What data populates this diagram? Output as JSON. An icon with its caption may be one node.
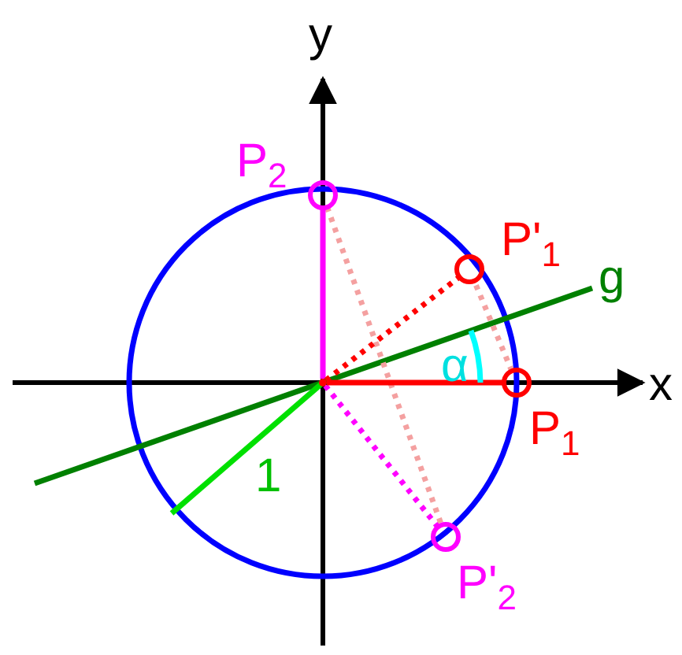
{
  "diagram": {
    "nodes": [
      {
        "text": [],
        "shape": "circle",
        "beside": [
          "P$_{2}$"
        ]
      },
      {
        "text": [],
        "shape": "circle",
        "beside": [
          "P'$_{1}$"
        ]
      },
      {
        "text": [],
        "shape": "point"
      },
      {
        "text": [],
        "shape": "circle",
        "beside": [
          "P$_{1}$"
        ]
      },
      {
        "text": [],
        "shape": "circle",
        "beside": [
          "P'$_{2}$"
        ]
      }
    ],
    "edges": [
      {
        "from": 0,
        "to": 4,
        "arrow": "none",
        "style": "dashed",
        "color": "#f4a0a0"
      },
      {
        "from": 3,
        "to": 1,
        "arrow": "none",
        "style": "dashed",
        "color": "#f4a0a0"
      },
      {
        "from": 2,
        "to": 0,
        "arrow": "none",
        "color": "#ff00ff"
      },
      {
        "from": 2,
        "to": 4,
        "arrow": "none",
        "style": "dashed",
        "color": "#ff00ff"
      },
      {
        "from": 2,
        "to": 3,
        "arrow": "none",
        "color": "#ff0000"
      },
      {
        "from": 2,
        "to": 1,
        "arrow": "none",
        "style": "dashed",
        "color": "#ff0000"
      }
    ],
    "labels": [
      "y",
      "g",
      "α",
      "x",
      "1"
    ]
  }
}
